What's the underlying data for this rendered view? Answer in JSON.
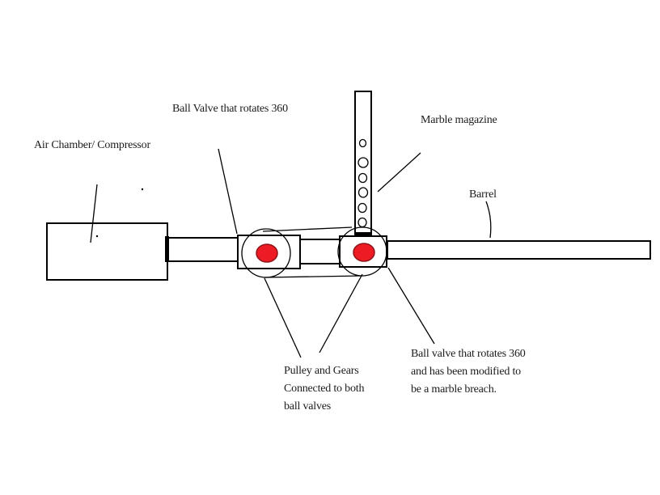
{
  "title": "Marble gun mechanism diagram",
  "colors": {
    "background": "#ffffff",
    "ink": "#000000",
    "valve_red": "#ED1C24",
    "valve_red_edge": "#8e1418"
  },
  "labels": {
    "ball_valve_top": "Ball Valve that rotates 360",
    "air_chamber": "Air Chamber/ Compressor",
    "marble_magazine": "Marble magazine",
    "barrel": "Barrel",
    "pulley": {
      "line1": "Pulley and Gears",
      "line2": "Connected to both",
      "line3": "ball valves"
    },
    "breach_valve": {
      "line1": "Ball valve that rotates 360",
      "line2": "and has been modified to",
      "line3": "be a marble breach."
    }
  },
  "components": {
    "marble_count_in_magazine": 6,
    "ball_valve_count": 2
  }
}
